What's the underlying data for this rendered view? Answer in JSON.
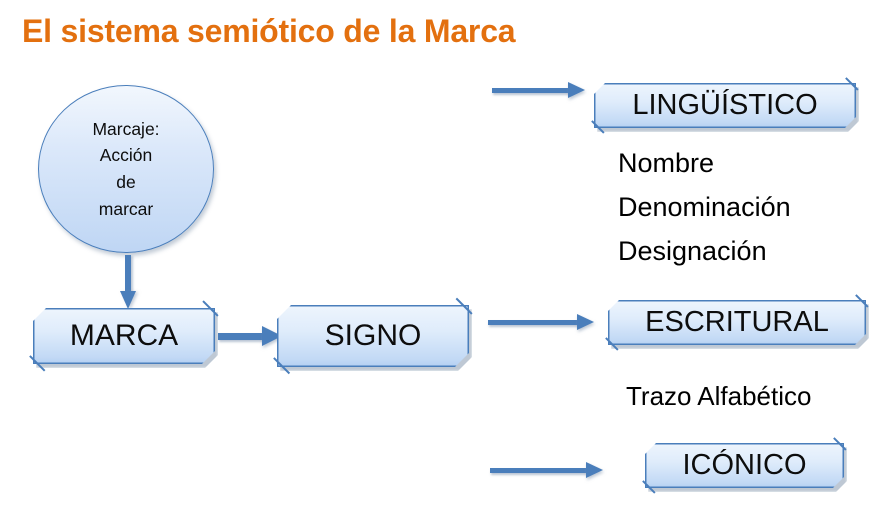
{
  "title": "El sistema semiótico de la Marca",
  "colors": {
    "title": "#e3700f",
    "accent_blue": "#4a7ebb",
    "shape_fill_light": "#eef5fd",
    "shape_fill_dark": "#b3cff2",
    "text": "#0d0d0d"
  },
  "ellipse": {
    "name": "marcaje-ellipse",
    "lines": [
      "Marcaje:",
      "Acción",
      "de",
      "marcar"
    ]
  },
  "boxes": {
    "marca": "MARCA",
    "signo": "SIGNO",
    "linguistico": "LINGÜÍSTICO",
    "escritural": "ESCRITURAL",
    "iconico": "ICÓNICO"
  },
  "captions": {
    "linguistico_items": [
      "Nombre",
      "Denominación",
      "Designación"
    ],
    "escritural_item": "Trazo Alfabético"
  },
  "arrows": [
    {
      "name": "arrow-ellipse-to-marca",
      "direction": "down"
    },
    {
      "name": "arrow-marca-to-signo",
      "direction": "right"
    },
    {
      "name": "arrow-to-linguistico",
      "direction": "right"
    },
    {
      "name": "arrow-to-escritural",
      "direction": "right"
    },
    {
      "name": "arrow-to-iconico",
      "direction": "right"
    }
  ]
}
